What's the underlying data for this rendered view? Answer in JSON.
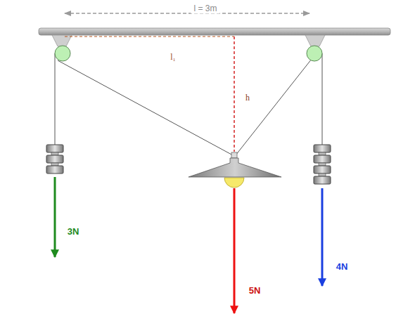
{
  "diagram": {
    "labels": [
      "l = 3m",
      "l₁",
      "h",
      "3N",
      "5N",
      "4N"
    ]
  }
}
